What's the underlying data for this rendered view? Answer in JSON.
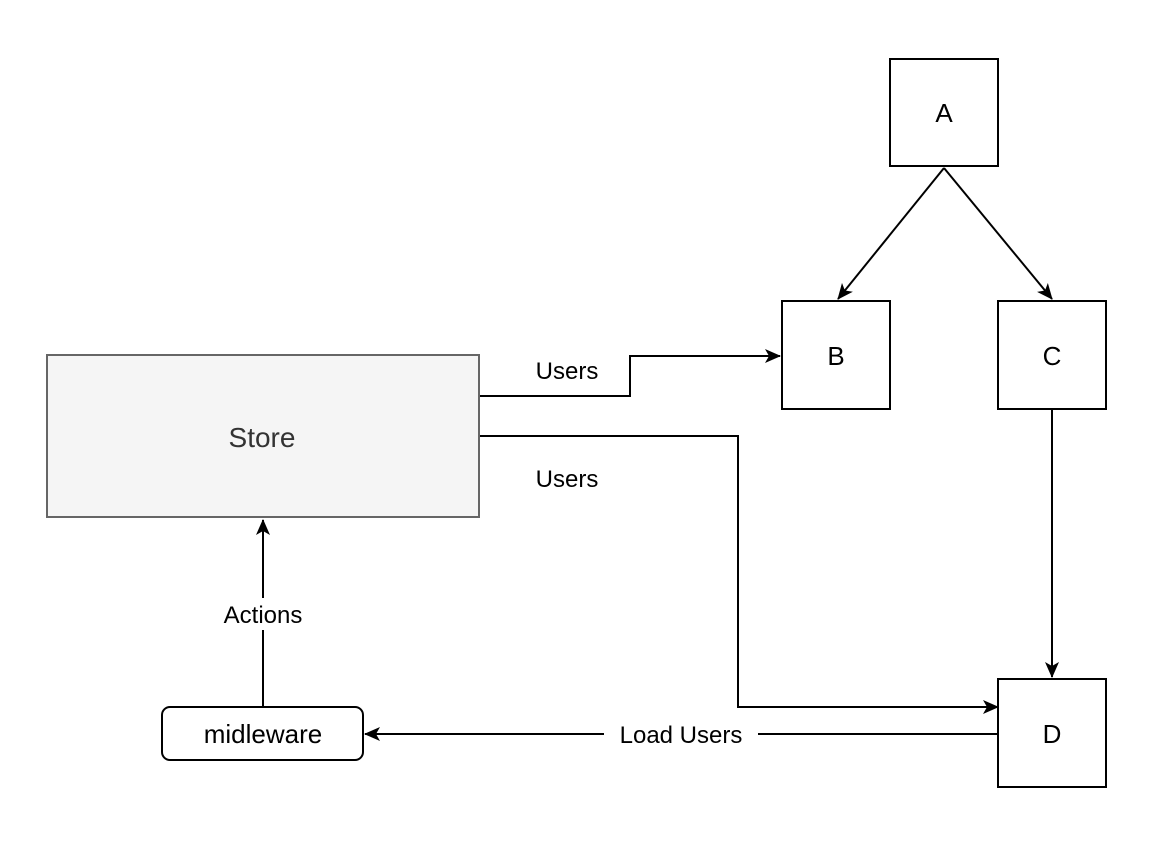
{
  "diagram": {
    "nodes": {
      "a": {
        "label": "A"
      },
      "b": {
        "label": "B"
      },
      "c": {
        "label": "C"
      },
      "d": {
        "label": "D"
      },
      "store": {
        "label": "Store"
      },
      "middleware": {
        "label": "midleware"
      }
    },
    "edges": {
      "store_to_b": {
        "label": "Users"
      },
      "store_to_d": {
        "label": "Users"
      },
      "middleware_to_store": {
        "label": "Actions"
      },
      "d_to_middleware": {
        "label": "Load Users"
      }
    },
    "colors": {
      "store_fill": "#f5f5f5",
      "store_stroke": "#666666",
      "store_text": "#333333",
      "line": "#000000"
    }
  }
}
